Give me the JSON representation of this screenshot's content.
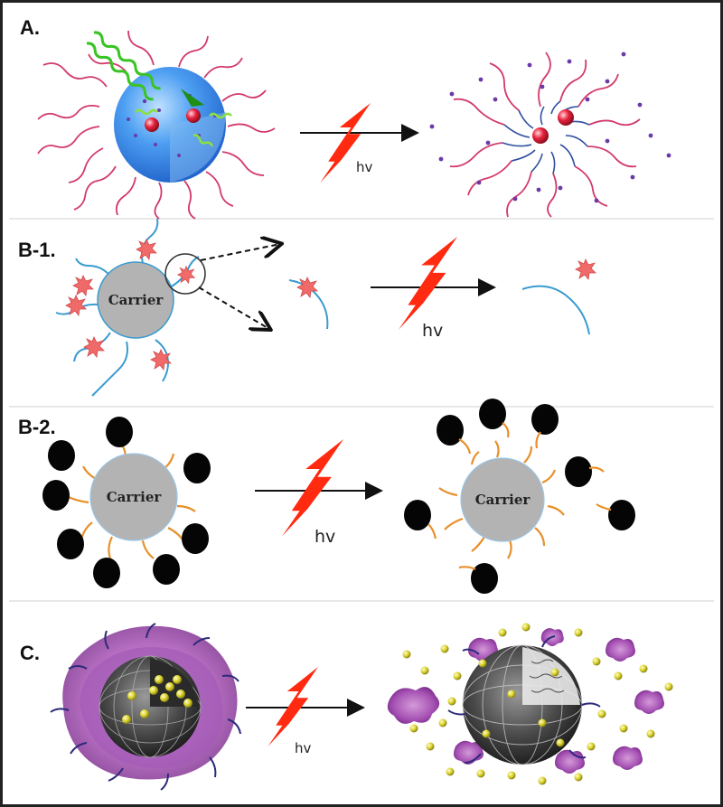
{
  "panels": {
    "a": {
      "label": "A.",
      "hv": "hv"
    },
    "b1": {
      "label": "B-1.",
      "hv": "hv",
      "carrier": "Carrier"
    },
    "b2": {
      "label": "B-2.",
      "hv": "hv",
      "carrier_before": "Carrier",
      "carrier_after": "Carrier"
    },
    "c": {
      "label": "C.",
      "hv": "hv"
    }
  },
  "colors": {
    "frame": "#222222",
    "separator": "#c8c8c8",
    "polymer_chain": "#d23a6a",
    "blue_chain": "#2f4f9f",
    "micelle_core": "#2f7fe0",
    "light_beam": "#39c424",
    "red_particle": "#e0203a",
    "purple_dot": "#6a3aa8",
    "linker": "#3a9bd0",
    "drug_burst": "#f06a6a",
    "carrier_fill": "#b3b3b3",
    "orange_linker": "#e8902a",
    "black_cap": "#050505",
    "lightning": "#ff2a10",
    "silica_shell": "#5a5a5a",
    "magenta_cloud": "#b65cc2",
    "yellow_cargo": "#d8d22e"
  },
  "icons": [
    "lightning-bolt-icon",
    "reaction-arrow-icon",
    "magnifier-circle-icon"
  ]
}
